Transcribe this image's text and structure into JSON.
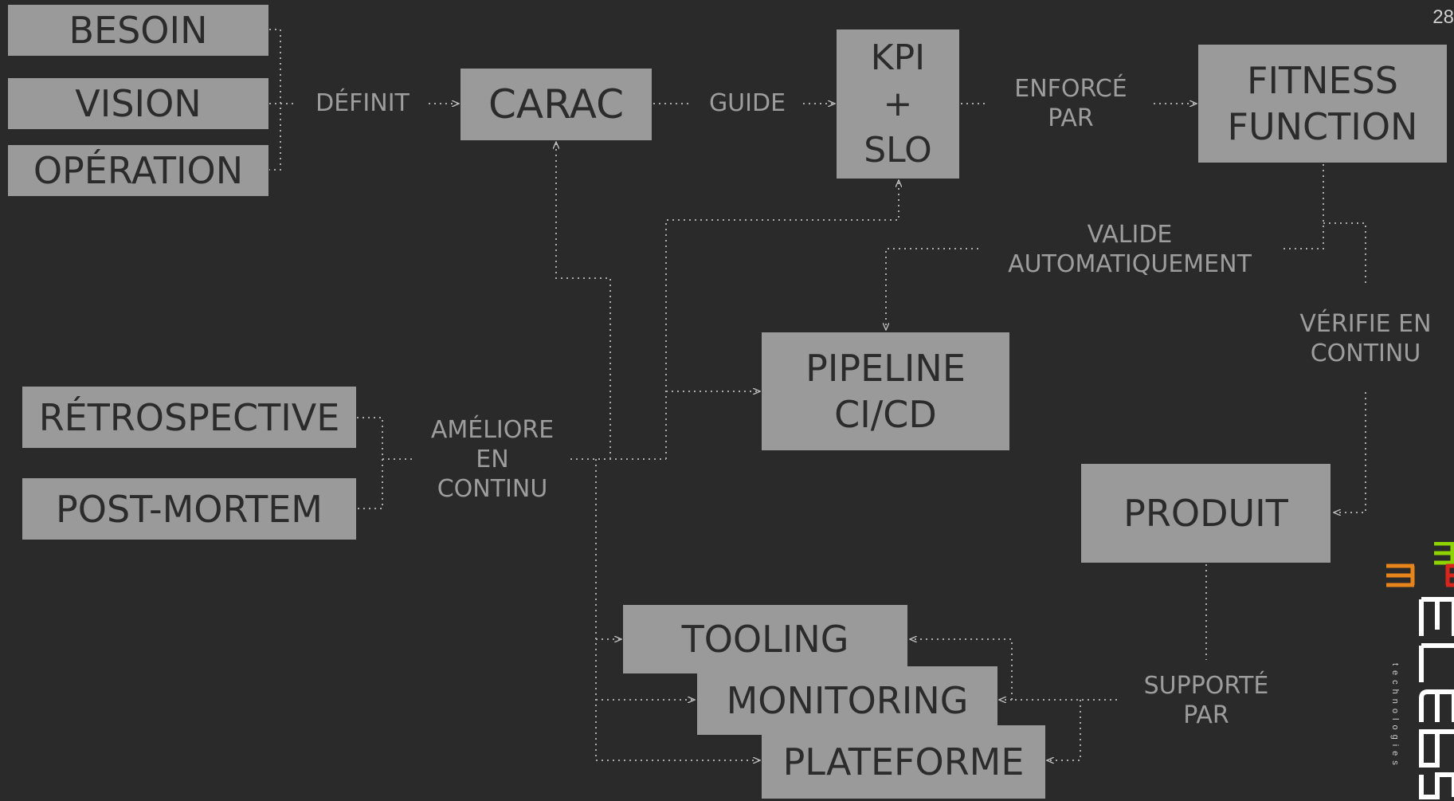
{
  "page_number": "28",
  "boxes": {
    "besoin": "BESOIN",
    "vision": "VISION",
    "operation": "OPÉRATION",
    "carac": "CARAC",
    "kpi": "KPI\n+\nSLO",
    "fitness": "FITNESS\nFUNCTION",
    "pipeline": "PIPELINE\nCI/CD",
    "retrospective": "RÉTROSPECTIVE",
    "postmortem": "POST-MORTEM",
    "produit": "PRODUIT",
    "tooling": "TOOLING",
    "monitoring": "MONITORING",
    "plateforme": "PLATEFORME"
  },
  "labels": {
    "definit": "DÉFINIT",
    "guide": "GUIDE",
    "enforce": "ENFORCÉ\nPAR",
    "valide": "VALIDE\nAUTOMATIQUEMENT",
    "verifie": "VÉRIFIE EN\nCONTINU",
    "ameliore": "AMÉLIORE\nEN\nCONTINU",
    "supporte": "SUPPORTÉ\nPAR"
  },
  "logo": {
    "name": "ELAPSE",
    "tagline": "technologies",
    "colors": [
      "#8fd400",
      "#e8851a",
      "#d9261c",
      "#ffffff"
    ]
  }
}
